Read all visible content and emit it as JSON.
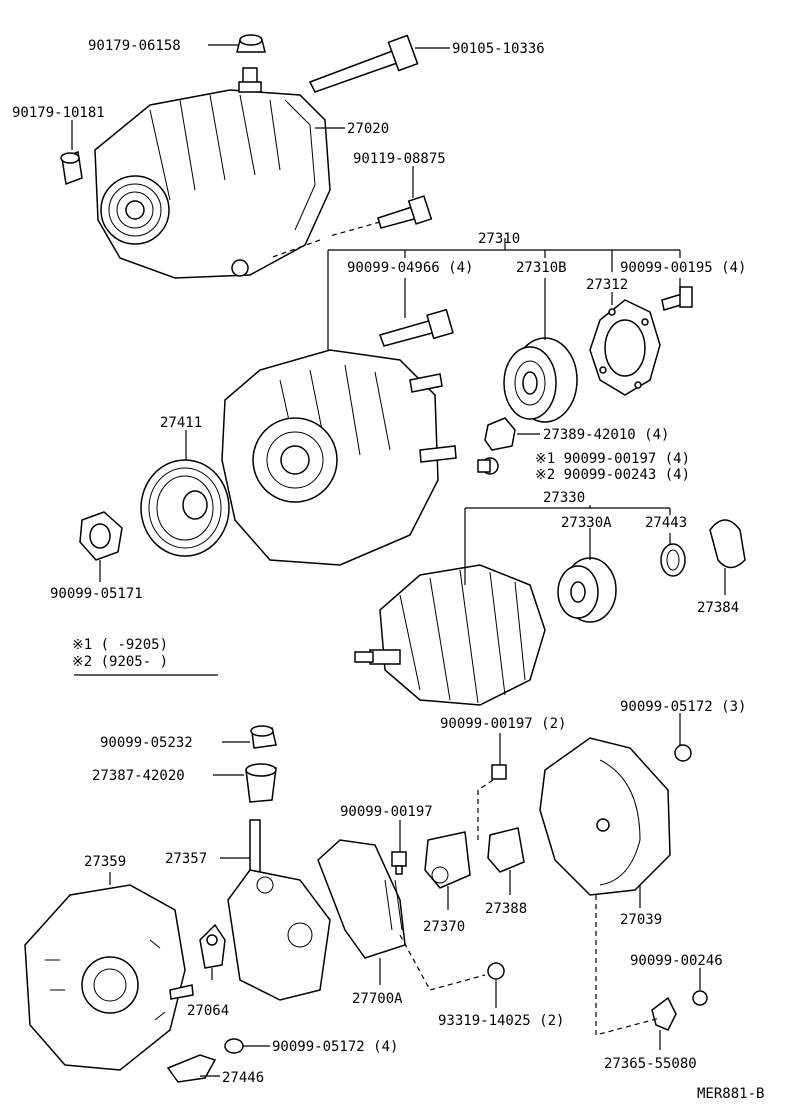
{
  "labels": {
    "p90179_06158": "90179-06158",
    "p90105_10336": "90105-10336",
    "p90179_10181": "90179-10181",
    "p27020": "27020",
    "p90119_08875": "90119-08875",
    "p27310": "27310",
    "p90099_04966": "90099-04966 (4)",
    "p27310B": "27310B",
    "p90099_00195": "90099-00195 (4)",
    "p27312": "27312",
    "p27411": "27411",
    "p27389_42010": "27389-42010 (4)",
    "p90099_00197_s1": "※1  90099-00197 (4)",
    "p90099_00243_s2": "※2  90099-00243 (4)",
    "p27330": "27330",
    "p27330A": "27330A",
    "p27443": "27443",
    "p27384": "27384",
    "p90099_05171": "90099-05171",
    "note1": "※1  (      -9205)",
    "note2": "※2  (9205-      )",
    "p90099_00197_2": "90099-00197 (2)",
    "p90099_05172_3": "90099-05172 (3)",
    "p90099_05232": "90099-05232",
    "p27387_42020": "27387-42020",
    "p90099_00197": "90099-00197",
    "p27359": "27359",
    "p27357": "27357",
    "p27370": "27370",
    "p27388": "27388",
    "p27039": "27039",
    "p27064": "27064",
    "p27700A": "27700A",
    "p90099_00246": "90099-00246",
    "p93319_14025": "93319-14025 (2)",
    "p90099_05172_4": "90099-05172 (4)",
    "p27446": "27446",
    "p27365_55080": "27365-55080",
    "figure_code": "MER881-B"
  }
}
